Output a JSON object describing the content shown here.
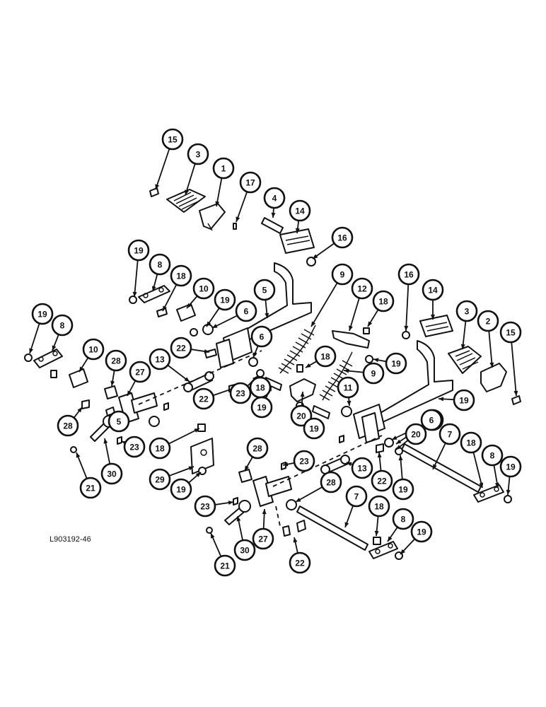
{
  "drawing": {
    "reference_code": "L903192-46",
    "line_color": "#111111",
    "background": "#ffffff"
  },
  "callouts": [
    {
      "label": "15"
    },
    {
      "label": "3"
    },
    {
      "label": "1"
    },
    {
      "label": "17"
    },
    {
      "label": "4"
    },
    {
      "label": "14"
    },
    {
      "label": "16"
    },
    {
      "label": "19"
    },
    {
      "label": "8"
    },
    {
      "label": "18"
    },
    {
      "label": "10"
    },
    {
      "label": "19"
    },
    {
      "label": "6"
    },
    {
      "label": "5"
    },
    {
      "label": "9"
    },
    {
      "label": "12"
    },
    {
      "label": "18"
    },
    {
      "label": "16"
    },
    {
      "label": "14"
    },
    {
      "label": "3"
    },
    {
      "label": "2"
    },
    {
      "label": "15"
    },
    {
      "label": "19"
    },
    {
      "label": "8"
    },
    {
      "label": "10"
    },
    {
      "label": "28"
    },
    {
      "label": "27"
    },
    {
      "label": "13"
    },
    {
      "label": "22"
    },
    {
      "label": "6"
    },
    {
      "label": "18"
    },
    {
      "label": "19"
    },
    {
      "label": "9"
    },
    {
      "label": "18"
    },
    {
      "label": "22"
    },
    {
      "label": "23"
    },
    {
      "label": "19"
    },
    {
      "label": "20"
    },
    {
      "label": "11"
    },
    {
      "label": "19"
    },
    {
      "label": "6"
    },
    {
      "label": "20"
    },
    {
      "label": "19"
    },
    {
      "label": "5"
    },
    {
      "label": "28"
    },
    {
      "label": "23"
    },
    {
      "label": "30"
    },
    {
      "label": "21"
    },
    {
      "label": "18"
    },
    {
      "label": "29"
    },
    {
      "label": "19"
    },
    {
      "label": "6"
    },
    {
      "label": "7"
    },
    {
      "label": "23"
    },
    {
      "label": "13"
    },
    {
      "label": "22"
    },
    {
      "label": "19"
    },
    {
      "label": "18"
    },
    {
      "label": "8"
    },
    {
      "label": "19"
    },
    {
      "label": "28"
    },
    {
      "label": "28"
    },
    {
      "label": "7"
    },
    {
      "label": "23"
    },
    {
      "label": "18"
    },
    {
      "label": "8"
    },
    {
      "label": "19"
    },
    {
      "label": "21"
    },
    {
      "label": "30"
    },
    {
      "label": "27"
    },
    {
      "label": "22"
    }
  ]
}
